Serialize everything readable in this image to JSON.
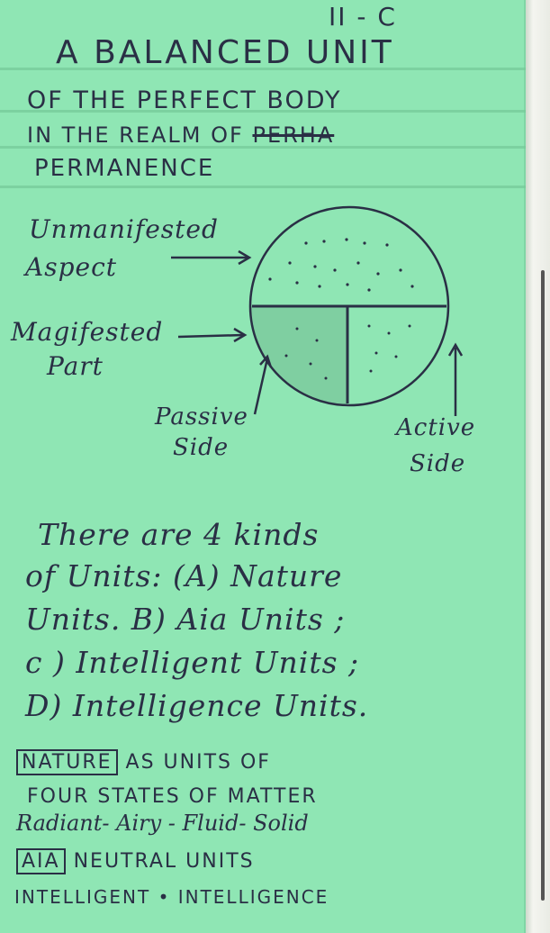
{
  "page_ref": "II - C",
  "title": {
    "line1": "A BALANCED UNIT",
    "line2": "OF THE PERFECT BODY",
    "line3_a": "IN THE REALM OF",
    "line3_struck": "PERHA",
    "line4": "PERMANENCE"
  },
  "diagram": {
    "unmanifested_label_1": "Unmanifested",
    "unmanifested_label_2": "Aspect",
    "manifested_label_1": "Magifested",
    "manifested_label_2": "Part",
    "passive_label_1": "Passive",
    "passive_label_2": "Side",
    "active_label_1": "Active",
    "active_label_2": "Side"
  },
  "body": {
    "line1": "There are  4  kinds",
    "line2": "of Units: (A) Nature",
    "line3": "Units.  B) Aia Units ;",
    "line4": "c ) Intelligent Units ;",
    "line5": "D) Intelligence Units."
  },
  "notes": {
    "nature_label": "NATURE",
    "nature_text": "as UNITS OF",
    "states_line": "FOUR STATES OF MATTER",
    "states_list": "Radiant- Airy - Fluid- Solid",
    "aia_label": "AIA",
    "aia_text": "NEUTRAL UNITS",
    "last_line": "INTELLIGENT  •  INTELLIGENCE"
  },
  "colors": {
    "card": "#8fe6b4",
    "ink": "#2a2f45"
  }
}
